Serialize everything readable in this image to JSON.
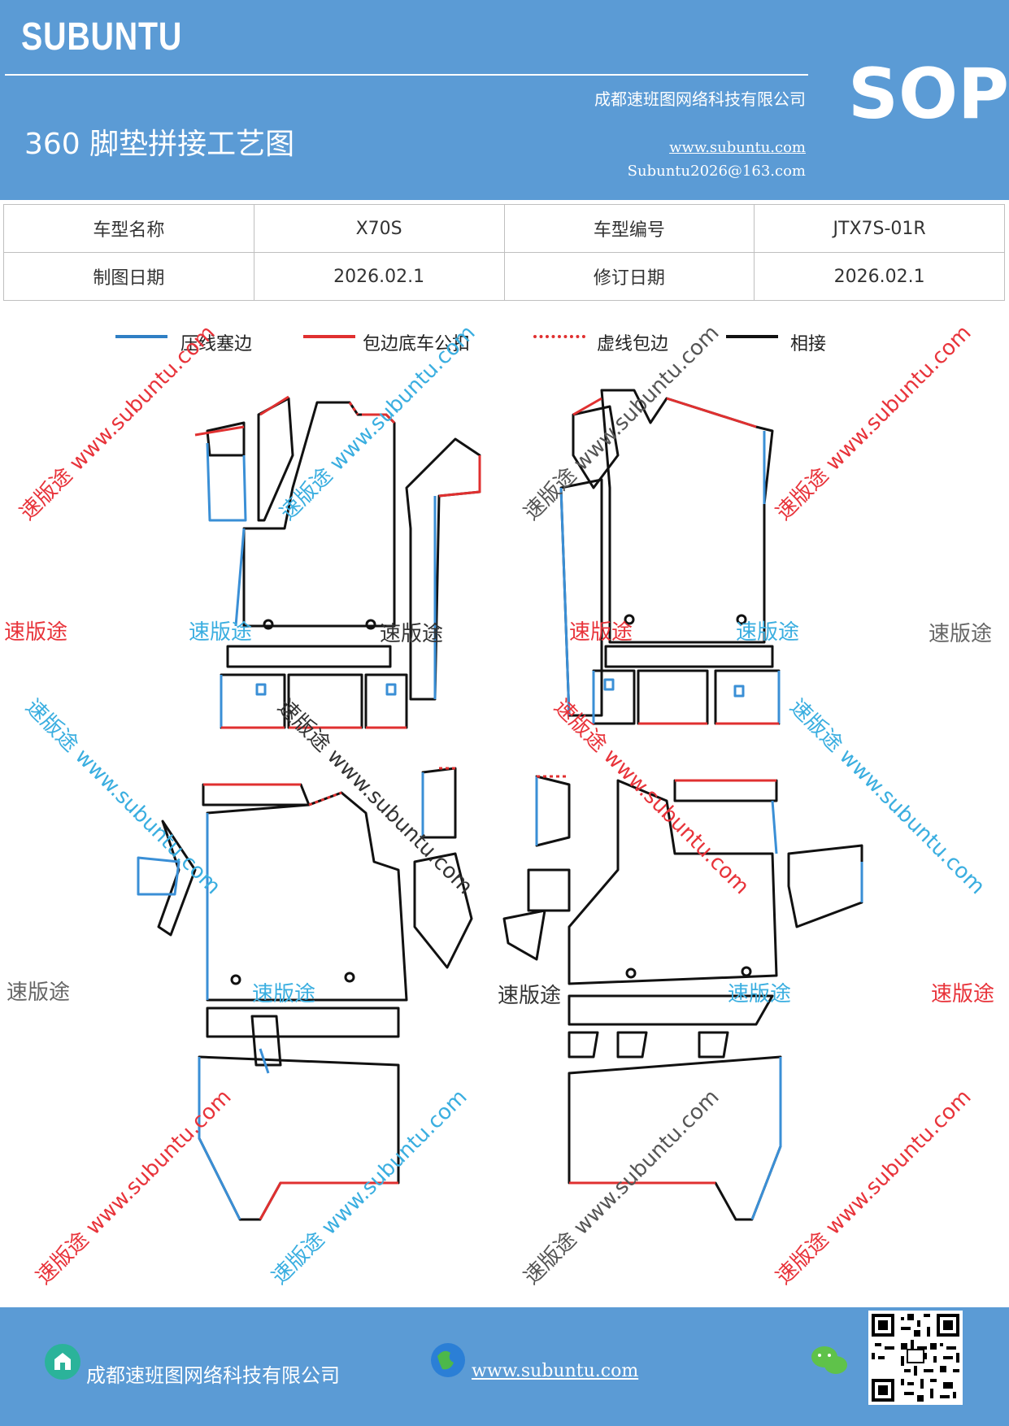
{
  "header": {
    "brand": "SUBUNTU",
    "title": "360 脚垫拼接工艺图",
    "company": "成都速班图网络科技有限公司",
    "website": "www.subuntu.com",
    "email": "Subuntu2026@163.com",
    "sop": "SOP"
  },
  "info": {
    "model_name_label": "车型名称",
    "model_name": "X70S",
    "model_code_label": "车型编号",
    "model_code": "JTX7S-01R",
    "draw_date_label": "制图日期",
    "draw_date": "2026.02.1",
    "rev_date_label": "修订日期",
    "rev_date": "2026.02.1"
  },
  "legend": {
    "blue": "压线塞边",
    "red": "包边底车公扣",
    "dashed": "虚线包边",
    "black": "相接"
  },
  "colors": {
    "blue": "#3a8fd6",
    "red": "#e03030",
    "black": "#111111",
    "header": "#5b9bd5"
  },
  "watermarks": {
    "brand_text": "速版途",
    "url_text": "速版途 www.subuntu.com"
  },
  "footer": {
    "company": "成都速班图网络科技有限公司",
    "website": "www.subuntu.com"
  }
}
